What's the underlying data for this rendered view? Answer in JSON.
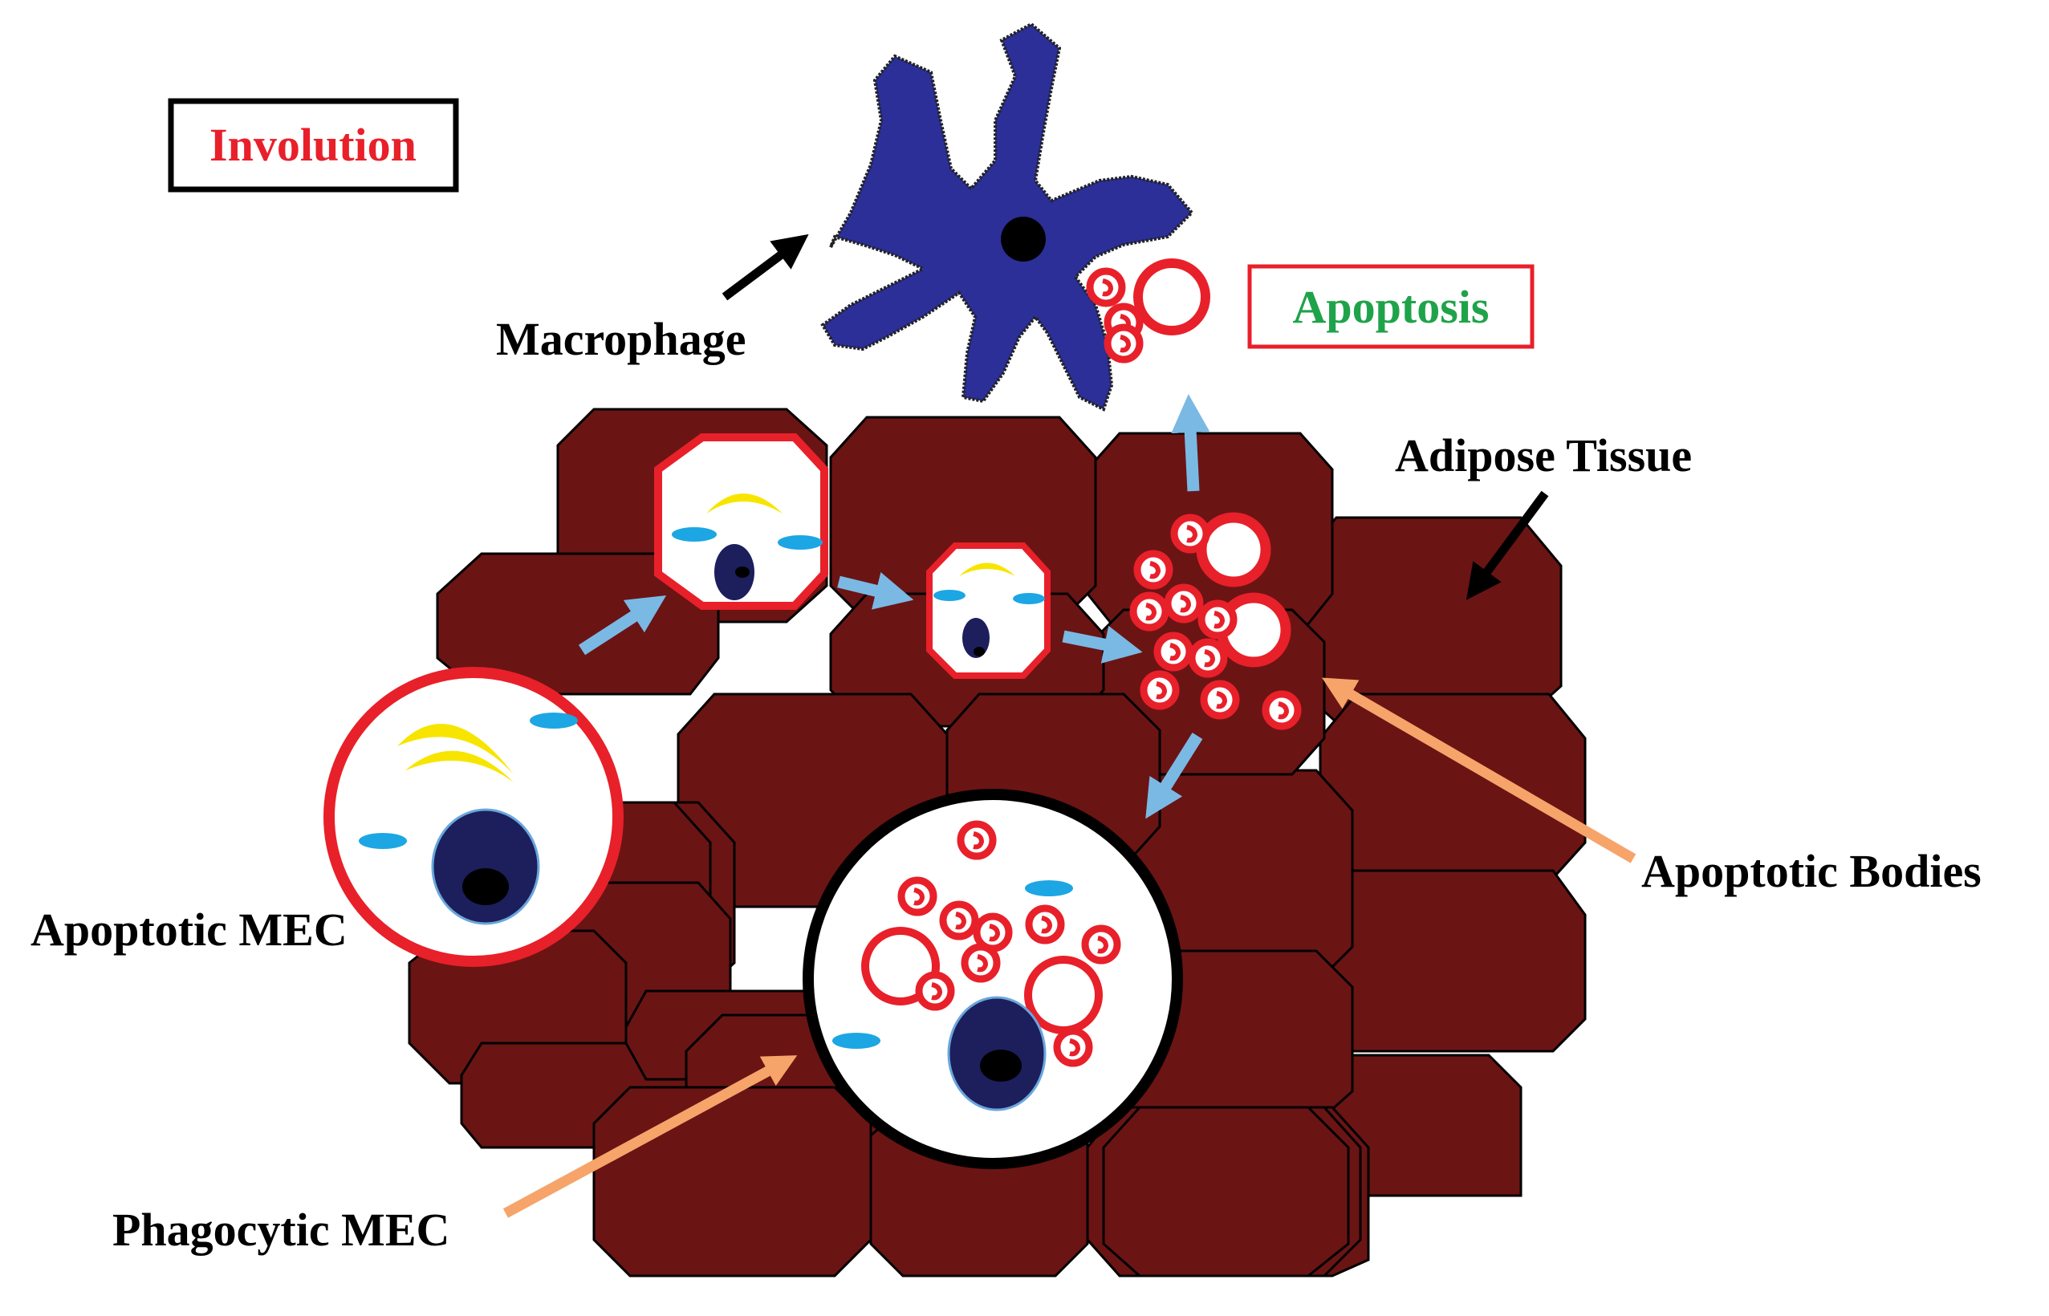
{
  "labels": {
    "involution": "Involution",
    "apoptosis": "Apoptosis",
    "macrophage": "Macrophage",
    "adipose_tissue": "Adipose Tissue",
    "apoptotic_bodies": "Apoptotic Bodies",
    "apoptotic_mec": "Apoptotic MEC",
    "phagocytic_mec": "Phagocytic MEC"
  },
  "colors": {
    "adipocyte_fill": "#6b1414",
    "membrane_red": "#e8202a",
    "macrophage_blue": "#2b2f97",
    "nucleus_navy": "#1c1f5c",
    "vacuole_cyan": "#1ca6e3",
    "golgi_yellow": "#f7e500",
    "flow_arrow_blue": "#7ab9e4",
    "pointer_orange": "#f6a46a",
    "involution_text": "#e8202a",
    "apoptosis_text": "#1fa34a"
  }
}
